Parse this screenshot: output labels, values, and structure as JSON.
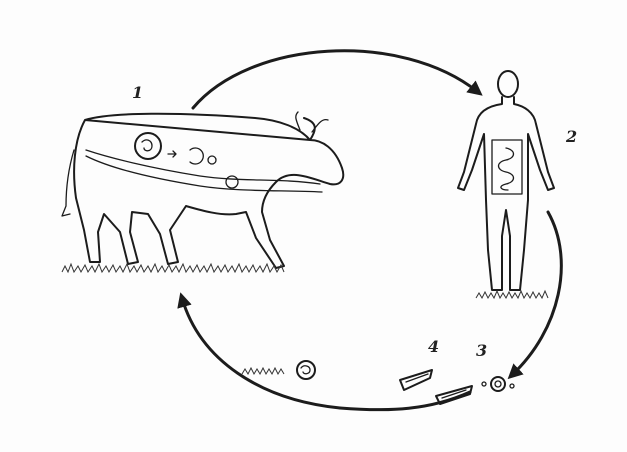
{
  "labels": {
    "cattle": "1",
    "human": "2",
    "egg": "3",
    "proglottid": "4"
  },
  "colors": {
    "ink": "#1c1c1c",
    "background": "#fdfdfd"
  },
  "icons": [
    "cow-host-icon",
    "human-host-icon",
    "tapeworm-icon",
    "cysticercus-icon",
    "egg-icon",
    "proglottid-icon",
    "cycle-arrow-icon"
  ]
}
